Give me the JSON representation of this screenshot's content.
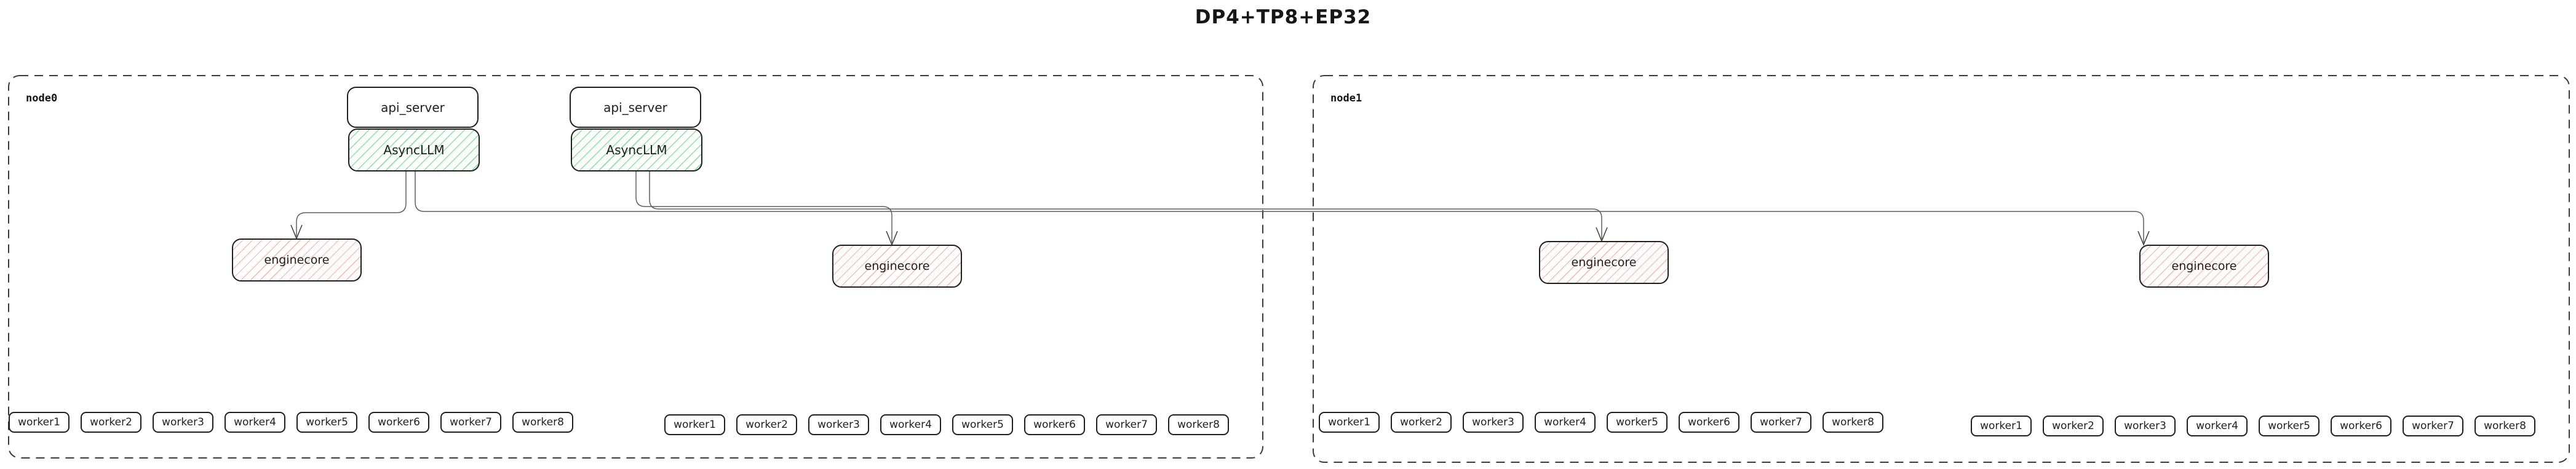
{
  "title": "DP4+TP8+EP32",
  "nodes": [
    {
      "label": "node0",
      "stacks": [
        {
          "api_server": "api_server",
          "asyncllm": "AsyncLLM"
        },
        {
          "api_server": "api_server",
          "asyncllm": "AsyncLLM"
        }
      ],
      "enginecores": [
        "enginecore",
        "enginecore"
      ],
      "worker_groups": [
        [
          "worker1",
          "worker2",
          "worker3",
          "worker4",
          "worker5",
          "worker6",
          "worker7",
          "worker8"
        ],
        [
          "worker1",
          "worker2",
          "worker3",
          "worker4",
          "worker5",
          "worker6",
          "worker7",
          "worker8"
        ]
      ]
    },
    {
      "label": "node1",
      "stacks": [],
      "enginecores": [
        "enginecore",
        "enginecore"
      ],
      "worker_groups": [
        [
          "worker1",
          "worker2",
          "worker3",
          "worker4",
          "worker5",
          "worker6",
          "worker7",
          "worker8"
        ],
        [
          "worker1",
          "worker2",
          "worker3",
          "worker4",
          "worker5",
          "worker6",
          "worker7",
          "worker8"
        ]
      ]
    }
  ],
  "colors": {
    "background": "#ffffff",
    "box_border": "#1f1f1f",
    "node_border": "#3a3a3a",
    "edge_line": "#5f5f5f",
    "asyncllm_hatch": "#8ce2a4",
    "enginecore_hatch": "#f3b5ae"
  }
}
